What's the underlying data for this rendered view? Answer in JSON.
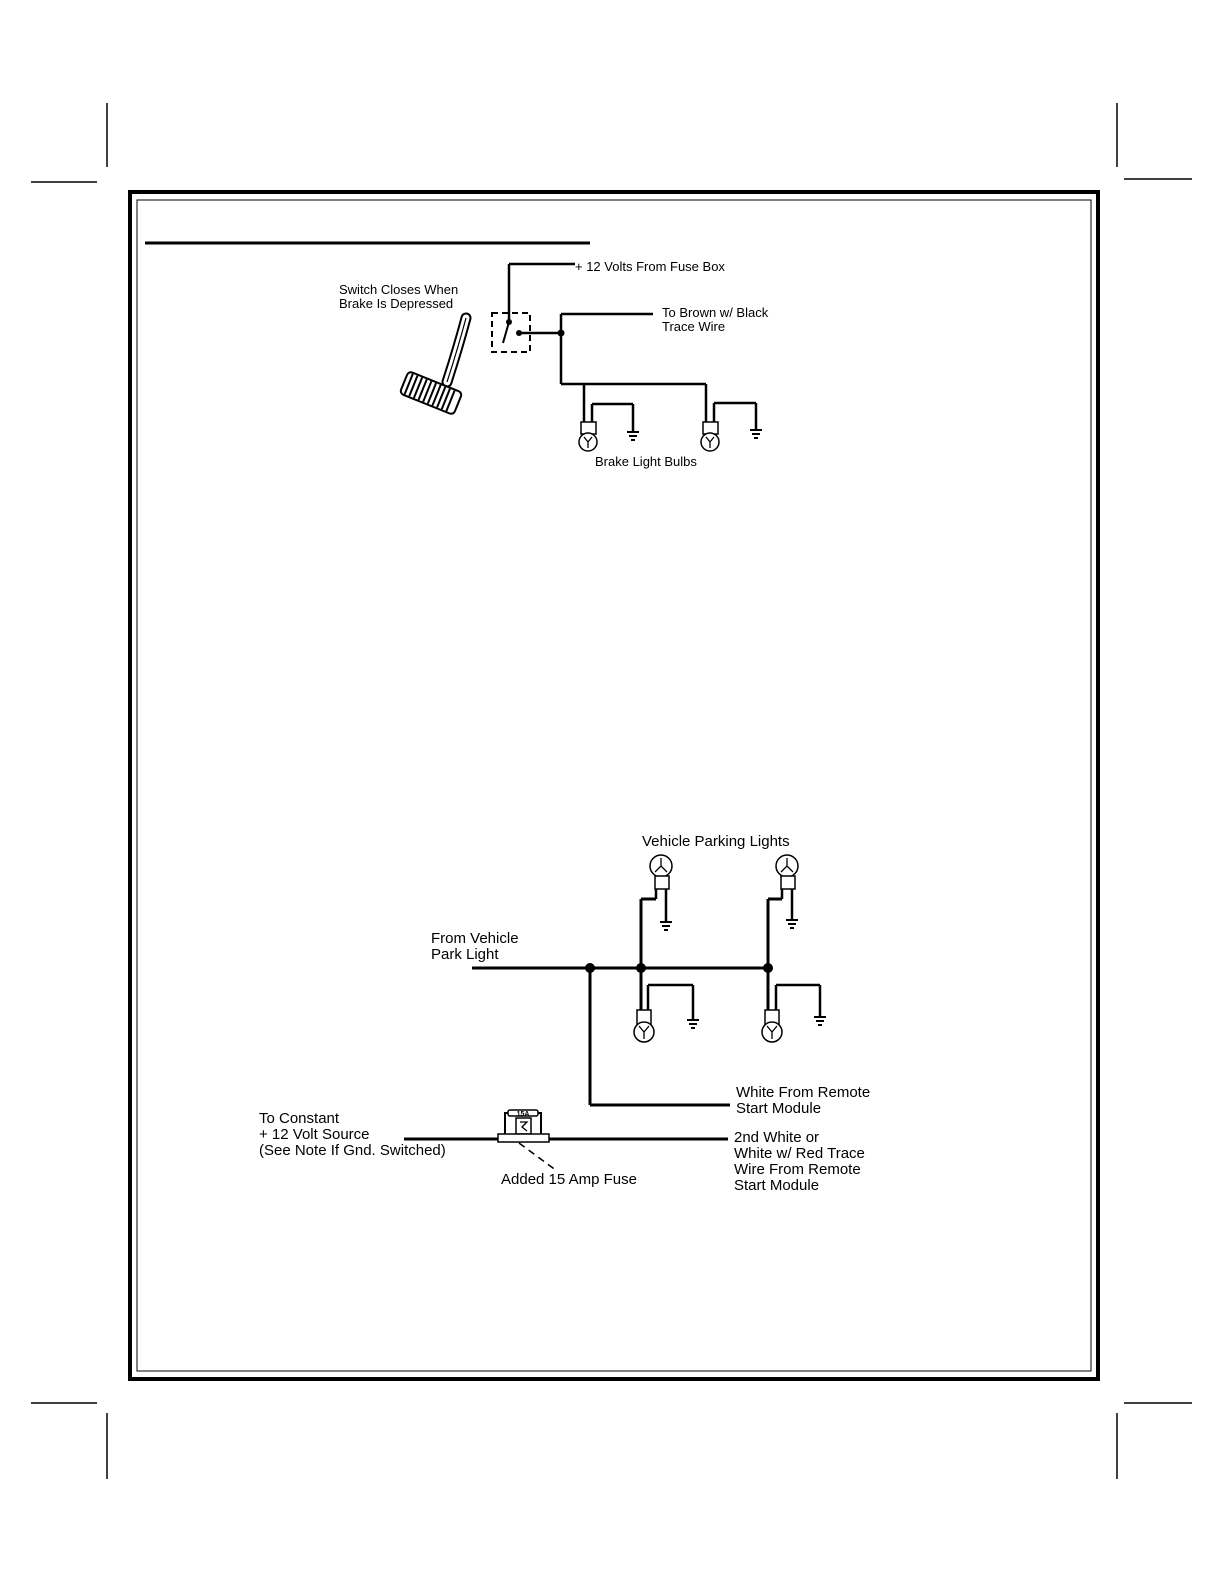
{
  "brake_diagram": {
    "pedal_label_line1": "Switch Closes When",
    "pedal_label_line2": "Brake Is Depressed",
    "fuse_box_label": "+ 12 Volts From Fuse Box",
    "brown_wire_line1": "To Brown w/ Black",
    "brown_wire_line2": "Trace Wire",
    "bulbs_label": "Brake Light Bulbs"
  },
  "parking_diagram": {
    "lights_label": "Vehicle Parking Lights",
    "from_vehicle_line1": "From Vehicle",
    "from_vehicle_line2": "Park Light",
    "white_module_line1": "White From Remote",
    "white_module_line2": "Start Module",
    "constant_line1": "To Constant",
    "constant_line2": "+ 12 Volt Source",
    "constant_line3": "(See Note If Gnd. Switched)",
    "second_white_line1": "2nd White or",
    "second_white_line2": "White w/ Red  Trace",
    "second_white_line3": "Wire From Remote",
    "second_white_line4": "Start Module",
    "fuse_label": "Added 15 Amp Fuse",
    "fuse_rating": "15A"
  }
}
